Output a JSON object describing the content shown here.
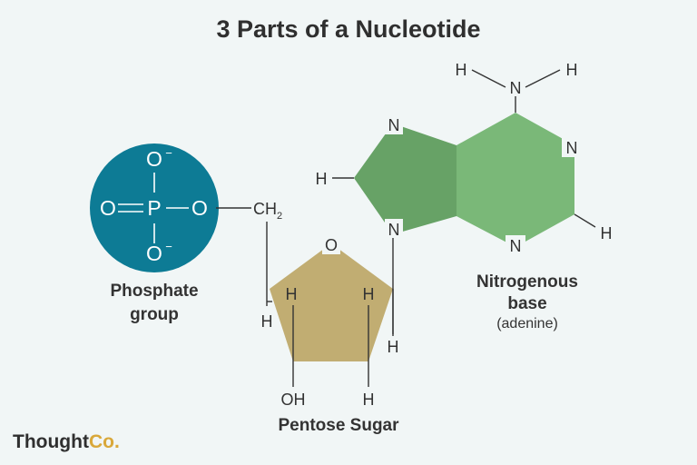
{
  "title": "3 Parts of a Nucleotide",
  "phosphate": {
    "label_line1": "Phosphate",
    "label_line2": "group",
    "color": "#0d7b95",
    "atoms": {
      "top_o": "O",
      "left_o": "O",
      "p": "P",
      "right_o": "O",
      "bottom_o": "O",
      "charge": "−"
    }
  },
  "sugar": {
    "label": "Pentose Sugar",
    "color": "#c1ad72",
    "atoms": {
      "ring_o": "O",
      "ch2": "CH",
      "ch2_sub": "2",
      "h_c4": "H",
      "h_c4_inner": "H",
      "h_c1_inner": "H",
      "h_c1": "H",
      "oh": "OH",
      "h_c2": "H"
    }
  },
  "base": {
    "label_line1": "Nitrogenous",
    "label_line2": "base",
    "sublabel": "(adenine)",
    "color_dark": "#67a266",
    "color_light": "#7ab878",
    "atoms": {
      "n7": "N",
      "h8": "H",
      "n9": "N",
      "n6": "N",
      "h6a": "H",
      "h6b": "H",
      "n1": "N",
      "h2": "H",
      "n3": "N"
    }
  },
  "logo": {
    "part1": "Thought",
    "part2": "Co."
  }
}
